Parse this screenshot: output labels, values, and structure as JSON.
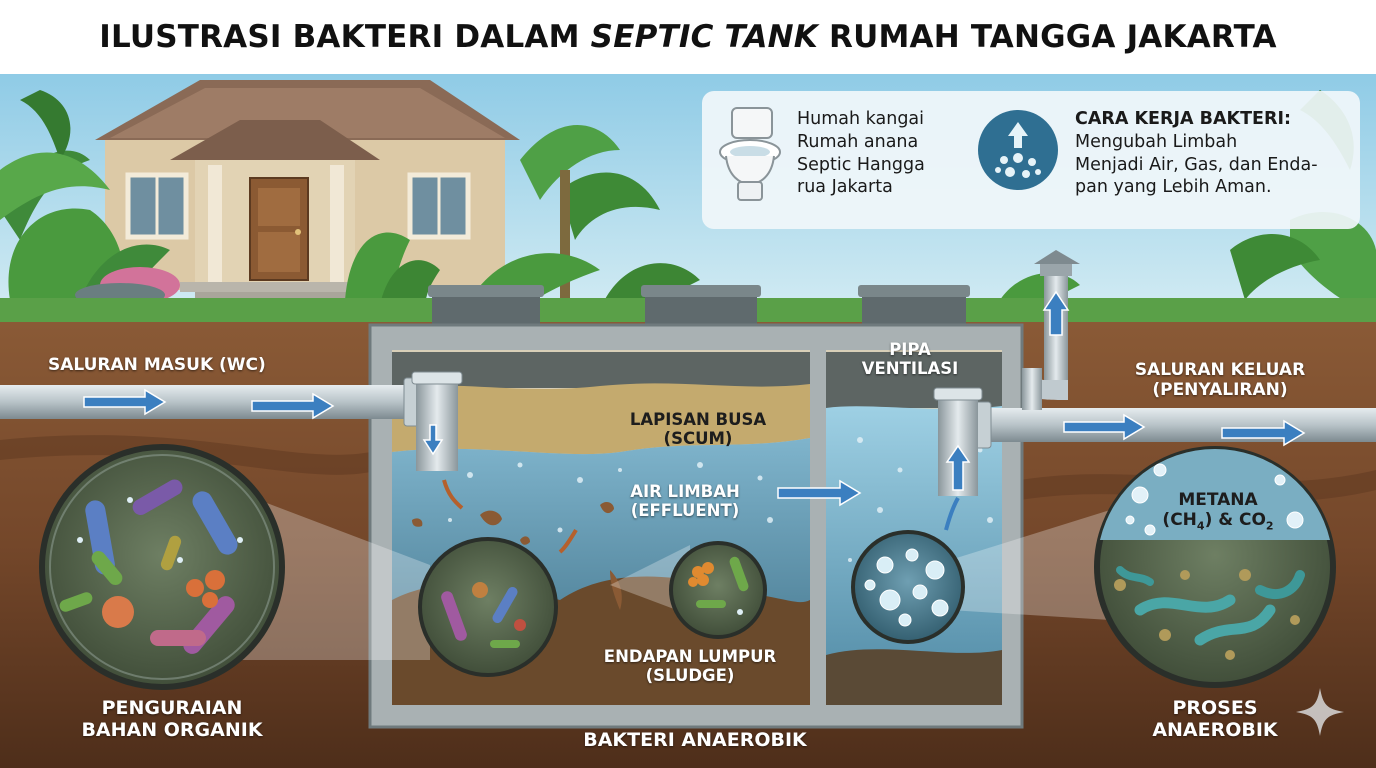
{
  "title": {
    "prefix": "ILUSTRASI BAKTERI DALAM ",
    "emphasis": "SEPTIC TANK",
    "suffix": " RUMAH TANGGA JAKARTA"
  },
  "info_box": {
    "left_lines": [
      "Humah kangai",
      "Rumah anana",
      "Septic Hangga",
      "rua Jakarta"
    ],
    "right_heading": "CARA KERJA BAKTERI:",
    "right_lines": [
      "Mengubah Limbah",
      "Menjadi Air, Gas, dan Enda-",
      "pan yang Lebih Aman."
    ]
  },
  "labels": {
    "inlet": "SALURAN MASUK (WC)",
    "scum": [
      "LAPISAN BUSA",
      "(SCUM)"
    ],
    "effluent": [
      "AIR LIMBAH",
      "(EFFLUENT)"
    ],
    "vent": [
      "PIPA",
      "VENTILASI"
    ],
    "outlet": [
      "SALURAN KELUAR",
      "(PENYALIRAN)"
    ],
    "sludge": [
      "ENDAPAN LUMPUR",
      "(SLUDGE)"
    ],
    "methane": [
      "METANA",
      "(CH",
      "4",
      ") & CO",
      "2"
    ],
    "decomposition": [
      "PENGURAIAN",
      "BAHAN ORGANIK"
    ],
    "anaerobic_bacteria": "BAKTERI ANAEROBIK",
    "anaerobic_process": [
      "PROSES",
      "ANAEROBIK"
    ]
  },
  "icons": [
    "toilet-icon",
    "bacteria-cycle-icon",
    "sparkle-icon"
  ],
  "colors": {
    "sky": "#a8d8ec",
    "soil": "#7a4a2c",
    "concrete": "#9aa3a5",
    "water": "#5f97b3",
    "arrow": "#3b7fc0"
  }
}
